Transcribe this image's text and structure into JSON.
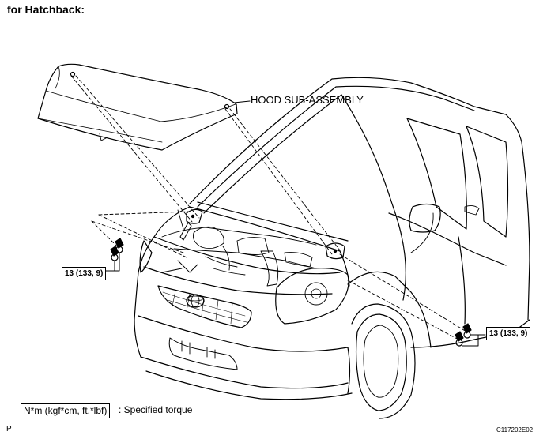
{
  "heading": "for Hatchback:",
  "hood_label": "HOOD SUB-ASSEMBLY",
  "torque_left": "13 (133, 9)",
  "torque_right": "13 (133, 9)",
  "legend": {
    "unit": "N*m (kgf*cm, ft.*lbf)",
    "text": ": Specified torque"
  },
  "corner_mark": "P",
  "figure_id": "C117202E02"
}
